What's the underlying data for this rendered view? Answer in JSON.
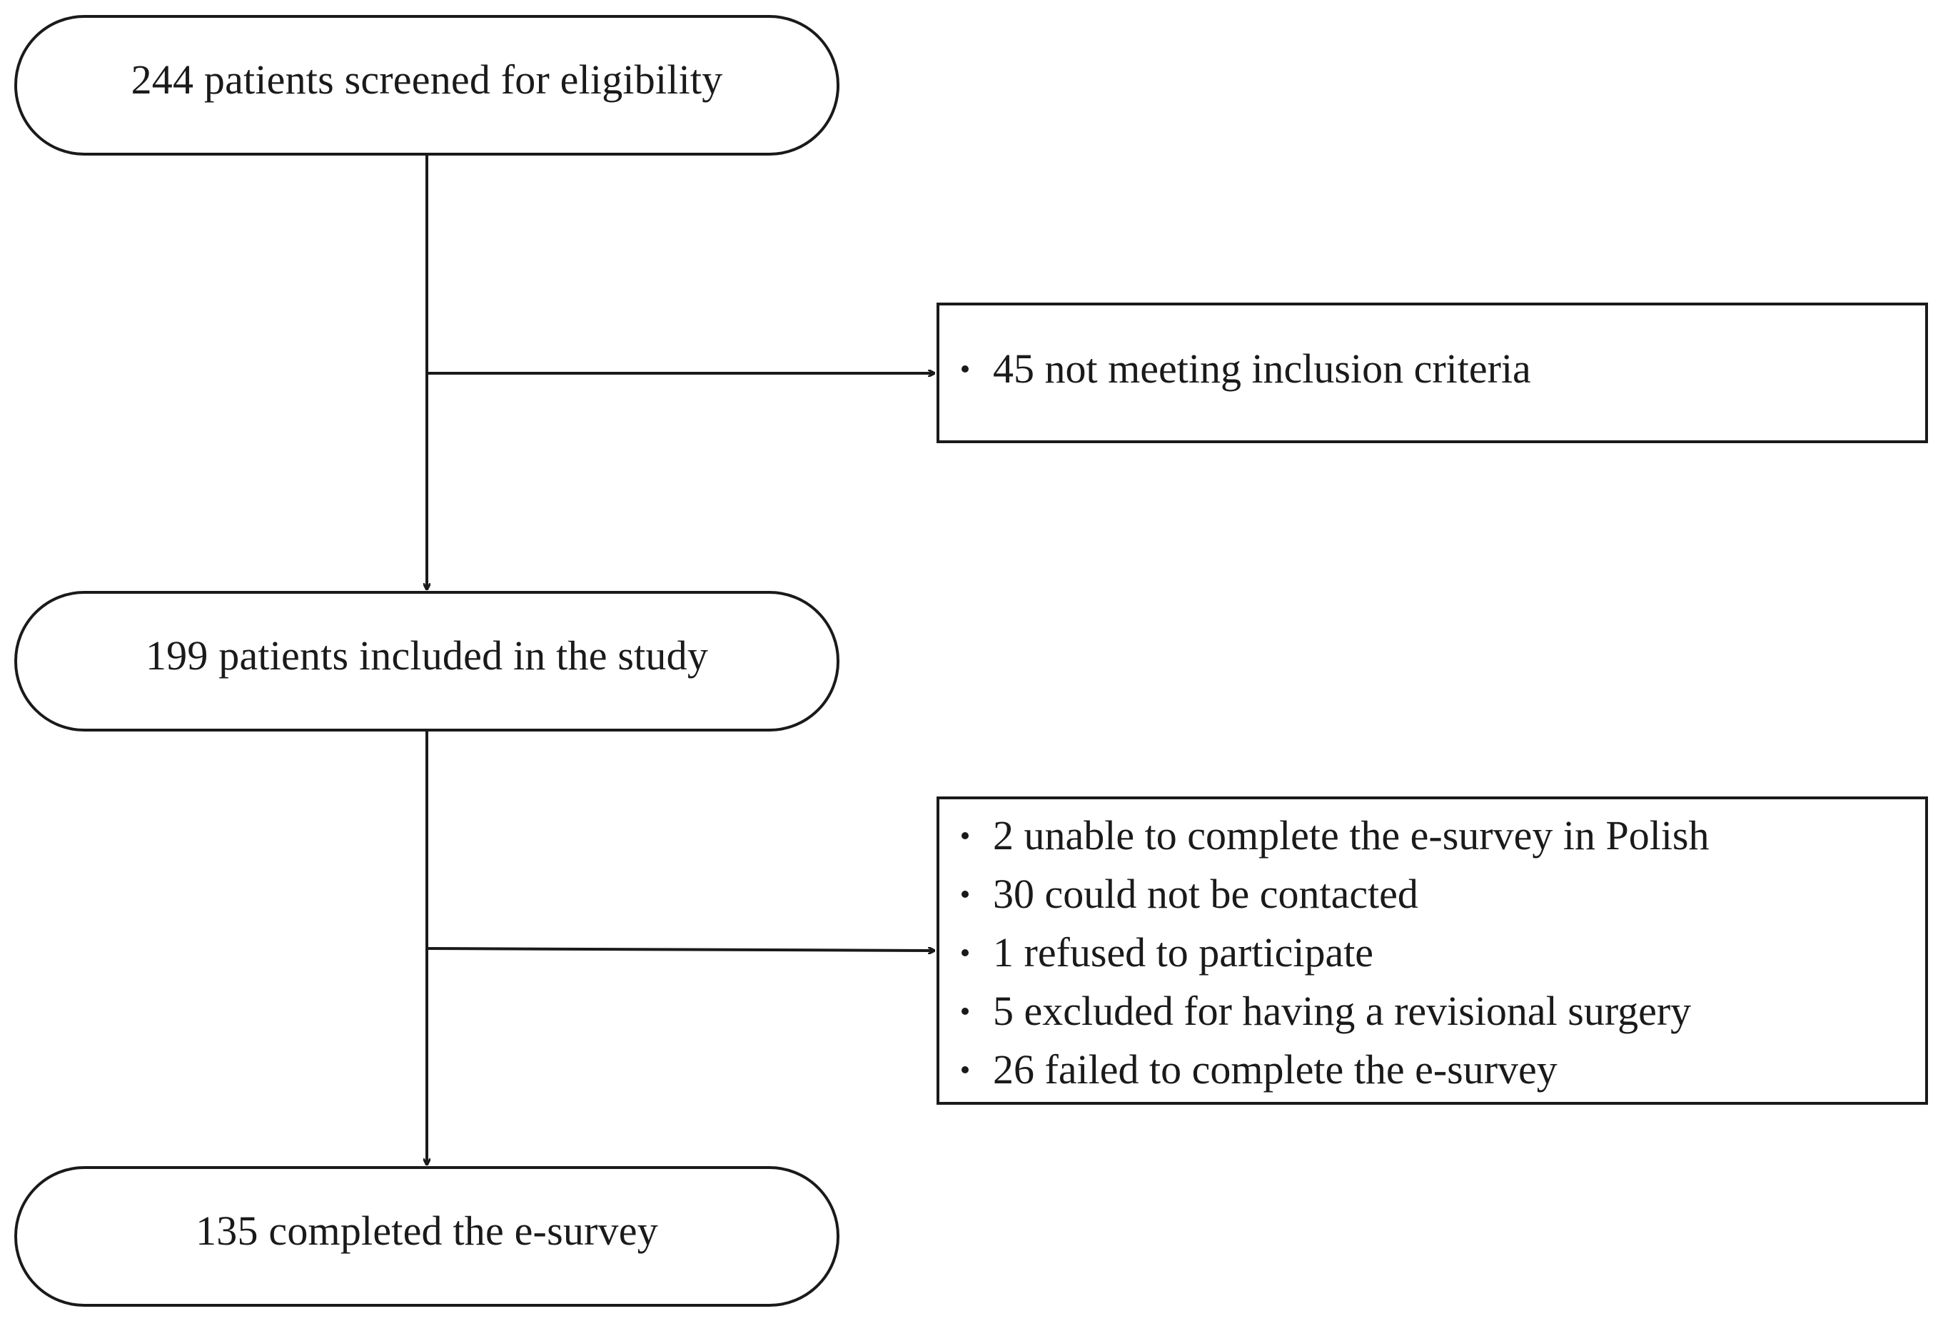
{
  "nodes": {
    "screened": "244 patients screened for eligibility",
    "included": "199 patients included in the study",
    "completed": "135 completed the e-survey"
  },
  "exclusions": {
    "after_screening": [
      "45 not meeting inclusion criteria"
    ],
    "after_inclusion": [
      "2 unable to complete the e-survey in Polish",
      "30 could not be contacted",
      "1 refused to participate",
      "5 excluded for having a revisional surgery",
      "26 failed to complete the e-survey"
    ]
  }
}
